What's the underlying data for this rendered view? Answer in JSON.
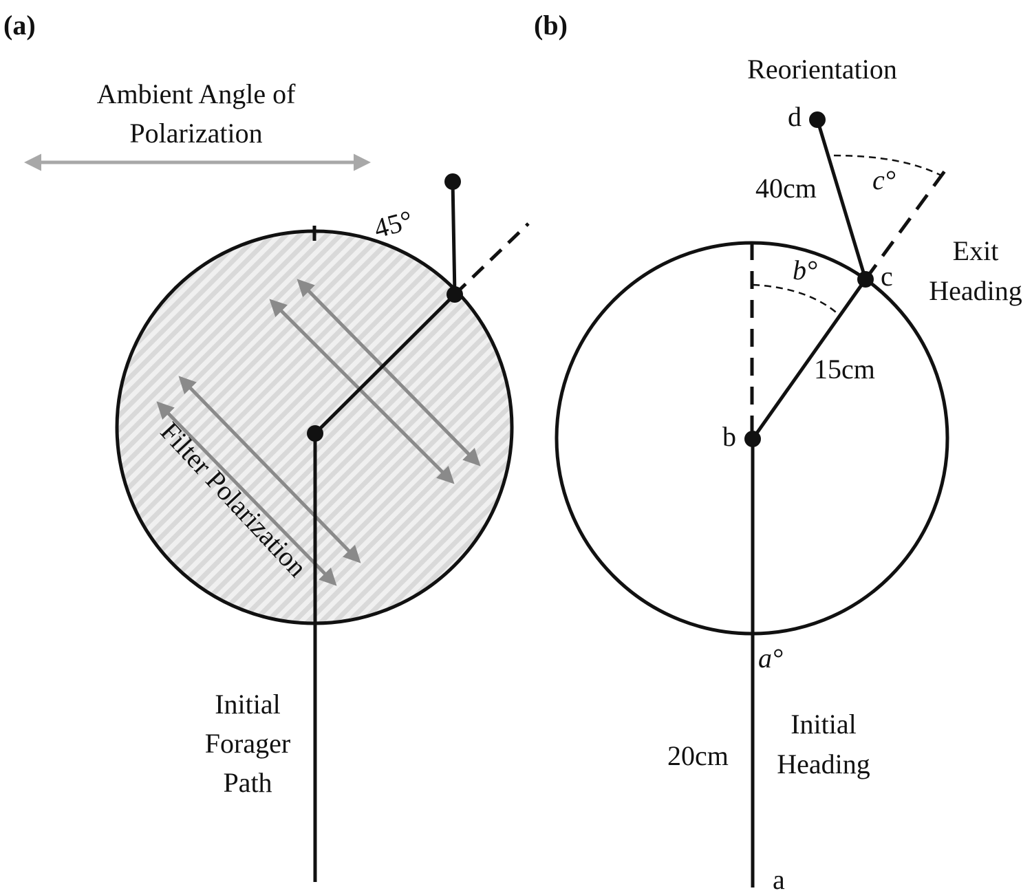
{
  "panel_a": {
    "label": "(a)",
    "ambient_title_line1": "Ambient Angle of",
    "ambient_title_line2": "Polarization",
    "angle_label": "45°",
    "filter_label": "Filter Polarization",
    "path_line1": "Initial",
    "path_line2": "Forager",
    "path_line3": "Path"
  },
  "panel_b": {
    "label": "(b)",
    "reorientation": "Reorientation",
    "point_d": "d",
    "dist_dc": "40cm",
    "angle_c": "c°",
    "angle_b": "b°",
    "point_c": "c",
    "exit_line1": "Exit",
    "exit_line2": "Heading",
    "dist_bc": "15cm",
    "point_b": "b",
    "angle_a": "a°",
    "initial_line1": "Initial",
    "initial_line2": "Heading",
    "dist_ab": "20cm",
    "point_a": "a"
  },
  "colors": {
    "ink": "#111111",
    "gray_arrow": "#8a8a8a",
    "light_gray_arrow": "#a8a8a8",
    "hatch_light": "#d9d9d9",
    "hatch_bg": "#f0f0f0"
  }
}
